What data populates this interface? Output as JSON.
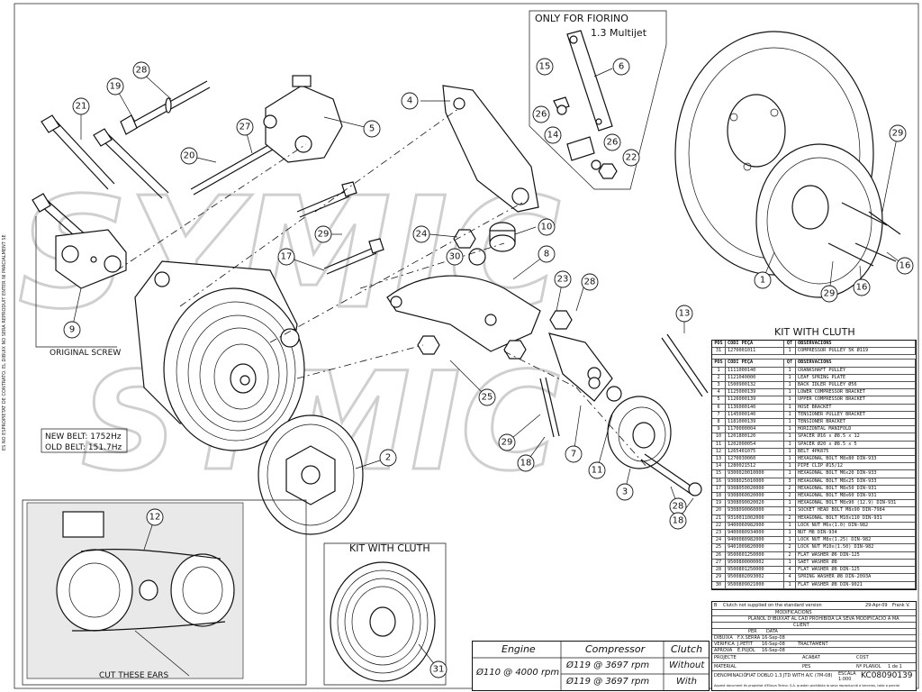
{
  "notes": {
    "only_fiorino": "ONLY FOR FIORINO",
    "multijet": "1.3 Multijet",
    "original_screw": "ORIGINAL SCREW",
    "new_belt": "NEW BELT: 1752Hz",
    "old_belt": "OLD BELT: 151.7Hz",
    "cut_ears": "CUT THESE EARS",
    "kit_with_cluth_lower": "KIT WITH CLUTH",
    "kit_with_cluth_upper": "KIT WITH CLUTH",
    "side_note": "ES NO ESPROPIETAT DE CONTRATO. EL DIBUIX NO SERA REPRODUIT ENTER NI PARCIALMENT SENSE PERMIS ESCRIT"
  },
  "watermark": "SYMIC",
  "callouts": [
    "28",
    "19",
    "21",
    "27",
    "5",
    "20",
    "4",
    "6",
    "15",
    "26",
    "14",
    "26",
    "22",
    "29",
    "29",
    "16",
    "1",
    "29",
    "16",
    "17",
    "24",
    "30",
    "10",
    "8",
    "23",
    "28",
    "9",
    "25",
    "13",
    "29",
    "18",
    "7",
    "11",
    "3",
    "28",
    "18",
    "2",
    "12",
    "31"
  ],
  "parts_list": {
    "header_a": {
      "pos": "POS",
      "code": "CODI PEÇA",
      "qt": "QT",
      "obs": "OBSERVACIONS"
    },
    "row_31": {
      "pos": "31",
      "code": "1270001011",
      "qt": "1",
      "obs": "COMPRESSOR PULLEY 5K Ø119"
    },
    "header_b": {
      "pos": "POS",
      "code": "CODI PEÇA",
      "qt": "QT",
      "obs": "OBSERVACIONS"
    },
    "rows": [
      {
        "pos": "1",
        "code": "1111000140",
        "qt": "1",
        "obs": "CRANKSHAFT PULLEY"
      },
      {
        "pos": "2",
        "code": "1121040000",
        "qt": "1",
        "obs": "LEAF SPRING PLATE"
      },
      {
        "pos": "3",
        "code": "1500900132",
        "qt": "1",
        "obs": "BACK IDLER PULLEY Ø56"
      },
      {
        "pos": "4",
        "code": "1125000139",
        "qt": "1",
        "obs": "LOWER COMPRESSOR BRACKET"
      },
      {
        "pos": "5",
        "code": "1126000139",
        "qt": "1",
        "obs": "UPPER COMPRESSOR BRACKET"
      },
      {
        "pos": "6",
        "code": "1136000140",
        "qt": "1",
        "obs": "HOSE BRACKET"
      },
      {
        "pos": "7",
        "code": "1145000140",
        "qt": "1",
        "obs": "TENSIONER PULLEY BRACKET"
      },
      {
        "pos": "8",
        "code": "1181000139",
        "qt": "1",
        "obs": "TENSIONER BRACKET"
      },
      {
        "pos": "9",
        "code": "1170000004",
        "qt": "1",
        "obs": "HORIZONTAL MANIFOLD"
      },
      {
        "pos": "10",
        "code": "1201800120",
        "qt": "1",
        "obs": "SPACER Ø16 x Ø8.5 x 12"
      },
      {
        "pos": "11",
        "code": "1202000054",
        "qt": "1",
        "obs": "SPACER Ø20 x Ø8.5 x 5"
      },
      {
        "pos": "12",
        "code": "1265401075",
        "qt": "1",
        "obs": "BELT 4PK875"
      },
      {
        "pos": "13",
        "code": "1270030060",
        "qt": "1",
        "obs": "HEXAGONAL BOLT M8x80 DIN-933"
      },
      {
        "pos": "14",
        "code": "1280021512",
        "qt": "1",
        "obs": "PIPE CLIP Ø15/12"
      },
      {
        "pos": "15",
        "code": "9300020010000",
        "qt": "1",
        "obs": "HEXAGONAL BOLT M6x20 DIN-933"
      },
      {
        "pos": "16",
        "code": "9308025010000",
        "qt": "3",
        "obs": "HEXAGONAL BOLT M8x25 DIN-933"
      },
      {
        "pos": "17",
        "code": "9308050020000",
        "qt": "2",
        "obs": "HEXAGONAL BOLT M8x50 DIN-931"
      },
      {
        "pos": "18",
        "code": "9308060020000",
        "qt": "2",
        "obs": "HEXAGONAL BOLT M8x60 DIN-931"
      },
      {
        "pos": "19",
        "code": "9308090020020",
        "qt": "1",
        "obs": "HEXAGONAL BOLT M8x90 (12.9) DIN-931"
      },
      {
        "pos": "20",
        "code": "9308090060000",
        "qt": "1",
        "obs": "SOCKET HEAD BOLT M8x90 DIN-7984"
      },
      {
        "pos": "21",
        "code": "9310011002000",
        "qt": "2",
        "obs": "HEXAGONAL BOLT M10x110 DIN-931"
      },
      {
        "pos": "22",
        "code": "9400060982000",
        "qt": "1",
        "obs": "LOCK NUT M6x(1.0) DIN-982"
      },
      {
        "pos": "23",
        "code": "9400080934000",
        "qt": "1",
        "obs": "NUT M8 DIN-934"
      },
      {
        "pos": "24",
        "code": "9400080982000",
        "qt": "1",
        "obs": "LOCK NUT M8x(1.25) DIN-982"
      },
      {
        "pos": "25",
        "code": "9401009820000",
        "qt": "2",
        "obs": "LOCK NUT M10x(1.50) DIN-982"
      },
      {
        "pos": "26",
        "code": "9500601250000",
        "qt": "2",
        "obs": "FLAT WASHER Ø6 DIN-125"
      },
      {
        "pos": "27",
        "code": "9500800000002",
        "qt": "1",
        "obs": "SAET WASHER Ø8"
      },
      {
        "pos": "28",
        "code": "9500801250000",
        "qt": "4",
        "obs": "FLAT WASHER Ø8 DIN-125"
      },
      {
        "pos": "29",
        "code": "9500802093002",
        "qt": "4",
        "obs": "SPRING WASHER Ø8 DIN-2093A"
      },
      {
        "pos": "30",
        "code": "9500809021000",
        "qt": "1",
        "obs": "FLAT WASHER Ø8 DIN-9021"
      }
    ]
  },
  "title_block": {
    "mod_b": "B",
    "mod_note": "Clutch not supplied on the standard version",
    "mod_date": "29-Apr-09",
    "mod_by": "Frank V.",
    "modificacions": "MODIFICACIONS",
    "plan_note": "PLANOL D'IBUIXAT AL CAD PROHIBIDA LA SEVA MODIFICACIÓ A MÀ",
    "client": "CLIENT",
    "per": "PER",
    "data": "DATA",
    "dibuixa": "DIBUIXA",
    "dibuixa_by": "F.X.SERRA",
    "dibuixa_date": "16-Sep-08",
    "verifica": "VERIFICA",
    "verifica_by": "J.PETIT",
    "verifica_date": "16-Sep-08",
    "aprova": "APROVA",
    "aprova_by": "E.PUJOL",
    "aprova_date": "16-Sep-08",
    "tractament": "TRACTAMENT",
    "projecte": "PROJECTE",
    "acabat": "ACABAT",
    "cost": "COST",
    "material": "MATERIAL",
    "pes": "PES",
    "plano": "Nº PLANOL",
    "sheet": "1 de 1",
    "escala": "ESCALA",
    "escala_val": "1:000",
    "denominacio": "DENOMINACIÓ",
    "denominacio_val": "FIAT DOBLO 1.3 JTD WITH A/C (7M-08)",
    "drawing_no": "KC08090139",
    "footer": "Aquest document és propietat d'Ellova Termo. S.A. queden prohibida la seva reproducció a terceros, total o parcial"
  },
  "engine_table": {
    "h_engine": "Engine",
    "h_compressor": "Compressor",
    "h_clutch": "Clutch",
    "engine_val": "Ø110 @ 4000 rpm",
    "comp_1": "Ø119 @ 3697 rpm",
    "comp_2": "Ø119 @ 3697 rpm",
    "clutch_1": "Without",
    "clutch_2": "With"
  }
}
